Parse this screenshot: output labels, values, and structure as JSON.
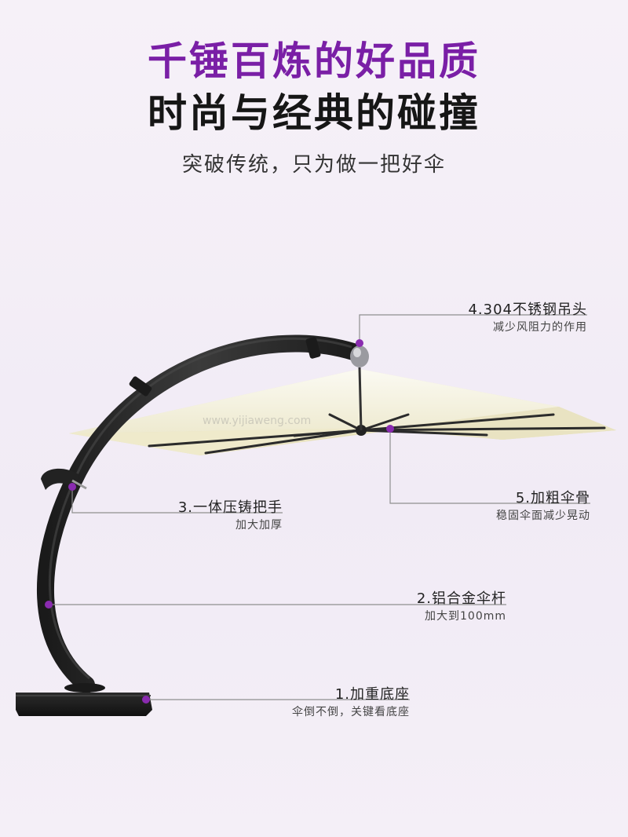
{
  "headline": {
    "line1": "千锤百炼的好品质",
    "line2": "时尚与经典的碰撞",
    "subtitle": "突破传统，只为做一把好伞"
  },
  "callouts": [
    {
      "id": "hook",
      "title": "4.304不锈钢吊头",
      "desc": "减少风阻力的作用"
    },
    {
      "id": "ribs",
      "title": "5.加粗伞骨",
      "desc": "稳固伞面减少晃动"
    },
    {
      "id": "handle",
      "title": "3.一体压铸把手",
      "desc": "加大加厚"
    },
    {
      "id": "pole",
      "title": "2.铝合金伞杆",
      "desc": "加大到100mm"
    },
    {
      "id": "base",
      "title": "1.加重底座",
      "desc": "伞倒不倒，关键看底座"
    }
  ],
  "watermark": "www.yijiaweng.com",
  "colors": {
    "accent": "#7a1fa6",
    "marker": "#8a2bb0",
    "canopy": "#f3efd8",
    "frame": "#2a2a2a"
  }
}
